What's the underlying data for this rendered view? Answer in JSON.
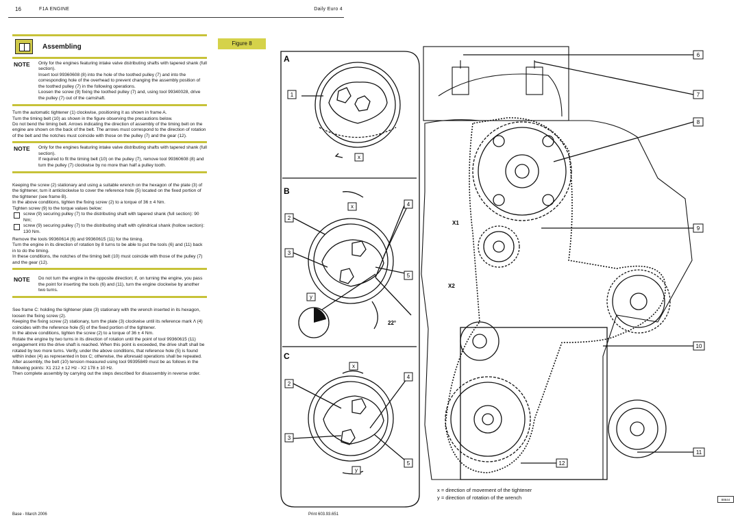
{
  "header": {
    "page_number": "16",
    "section": "F1A ENGINE",
    "title": "Daily Euro 4"
  },
  "section_title": "Assembling",
  "notes": {
    "label": "NOTE",
    "note1": [
      "Only for the engines featuring intake valve distributing shafts with tapered shank (full section).",
      "Insert tool 99360608 (8) into the hole of the toothed pulley (7) and into the corresponding hole of the overhead to prevent changing the assembly position of the toothed pulley (7) in the following operations.",
      "Loosen the screw (9) fixing the toothed pulley (7) and, using tool 99340028, drive the pulley (7) out of the camshaft."
    ],
    "note2": [
      "Only for the engines featuring intake valve distributing shafts with tapered shank (full section).",
      "If required to fit the timing belt (10) on the pulley (7), remove tool 99360608 (8) and turn the pulley (7) clockwise by no more than half a pulley tooth."
    ],
    "note3": [
      "Do not turn the engine in the opposite direction; if, on turning the engine, you pass the point for inserting the tools (6) and (11), turn the engine clockwise by another two turns."
    ]
  },
  "paragraphs": {
    "p1": [
      "Turn the automatic tightener (1) clockwise, positioning it as shown in frame A.",
      "Turn the timing belt (10) as shown in the figure observing the precautions below.",
      "Do not bend the timing belt. Arrows indicating the direction of assembly of the timing belt on the engine are shown on the back of the belt. The arrows must correspond to the direction of rotation of the belt and the notches must coincide with those on the pulley (7) and the gear (12)."
    ],
    "p2": [
      "Keeping the screw (2) stationary and using a suitable wrench on the hexagon of the plate (3) of the tightener, turn it anticlockwise to cover the reference hole (5) located on the fixed portion of the tightener (see frame B).",
      "In the above conditions, tighten the fixing screw (2) to a torque of 36 ± 4 Nm.",
      "Tighten screw (9) to the torque values below:"
    ],
    "checks": [
      "screw (9) securing pulley (7) to the distributing shaft with tapered shank (full section): 90 Nm;",
      "screw (9) securing pulley (7) to the distributing shaft with cylindrical shank (hollow section): 130 Nm."
    ],
    "p3": [
      "Remove the tools 99360614 (6) and 99360615 (11) for the timing.",
      "Turn the engine in its direction of rotation by 8 turns to be able to put the tools (6) and (11) back in to do the timing.",
      "In these conditions, the notches of the timing belt (10) must coincide with those of the pulley (7) and the gear (12)."
    ],
    "p4": [
      "See frame C: holding the tightener plate (3) stationary with the wrench inserted in its hexagon, loosen the fixing screw (2).",
      "Keeping the fixing screw (2) stationary, turn the plate (3) clockwise until its reference mark Λ (4) coincides with the reference hole (5) of the fixed portion of the tightener.",
      "In the above conditions, tighten the screw (2) to a torque of 36 ± 4 Nm.",
      "Rotate the engine by two turns in its direction of rotation until the point of tool 99360615 (11) engagement into the drive shaft is reached. When this point is exceeded, the drive shaft shall be rotated by two more turns. Verify, under the above conditions, that reference hole (5) is found within index (4) as represented in box C; otherwise, the aforesaid operations shall be repeated.",
      "After assembly, the belt (10) tension measured using tool 99395849 must be as follows in the following points: X1 212 ± 12 Hz - X2 178 ± 10 Hz.",
      "Then complete assembly by carrying out the steps described for disassembly in reverse order."
    ]
  },
  "figure": {
    "label": "Figure 8",
    "frames": [
      "A",
      "B",
      "C"
    ],
    "callouts": [
      "1",
      "2",
      "3",
      "4",
      "5",
      "6",
      "7",
      "8",
      "9",
      "10",
      "11",
      "12"
    ],
    "direction_marks": [
      "x",
      "y"
    ],
    "angle": "22°",
    "points": [
      "X1",
      "X2"
    ],
    "caption": [
      "x = direction of movement of the tightener",
      "y = direction of rotation of the wrench"
    ],
    "stamp": "88644"
  },
  "footer": {
    "left": "Base - March 2006",
    "middle": "Print 603.93.651"
  }
}
